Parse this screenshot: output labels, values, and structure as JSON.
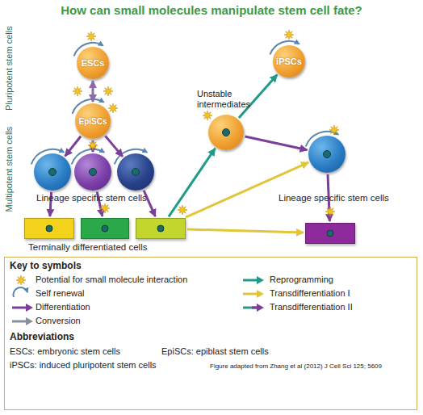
{
  "diagram": {
    "title": "How can small molecules manipulate stem cell fate?",
    "nodes": [
      {
        "text": [
          "ESCs"
        ]
      },
      {
        "text": [
          "iPSCs"
        ]
      },
      {
        "text": [
          "EpiSCs"
        ]
      },
      {
        "text": []
      },
      {
        "text": []
      },
      {
        "text": []
      },
      {
        "text": []
      },
      {
        "text": []
      },
      {
        "text": []
      },
      {
        "text": []
      },
      {
        "text": []
      },
      {
        "text": []
      }
    ],
    "edges": [
      {
        "from": 0,
        "to": 2,
        "arrow": "both"
      },
      {
        "from": 2,
        "to": 4,
        "arrow": "to"
      },
      {
        "from": 2,
        "to": 5,
        "arrow": "to"
      },
      {
        "from": 2,
        "to": 6,
        "arrow": "to"
      },
      {
        "from": 4,
        "to": 8,
        "arrow": "to"
      },
      {
        "from": 5,
        "to": 9,
        "arrow": "to"
      },
      {
        "from": 6,
        "to": 10,
        "arrow": "to"
      },
      {
        "from": 10,
        "to": 3,
        "arrow": "to"
      },
      {
        "from": 3,
        "to": 1,
        "arrow": "to"
      },
      {
        "from": 3,
        "to": 7,
        "arrow": "to"
      },
      {
        "from": 10,
        "to": 7,
        "arrow": "to"
      },
      {
        "from": 10,
        "to": 11,
        "arrow": "to"
      },
      {
        "from": 7,
        "to": 11,
        "arrow": "to"
      }
    ],
    "labels": [
      "Pluripotent stem cells",
      "Multipotent stem cells",
      "Unstable intermediates",
      "Lineage specific stem cells",
      "Lineage specific stem cells",
      "Terminally differentiated cells",
      "Key to symbols",
      "Abbreviations",
      "ESCs: embryonic stem cells",
      "EpiSCs: epiblast stem cells",
      "iPSCs: induced pluripotent stem cells",
      "Figure adapted from Zhang et al (2012) J Cell Sci 125; 5609"
    ],
    "legend": [
      {
        "text": "Potential for small molecule interaction"
      },
      {
        "text": "Self renewal"
      },
      {
        "text": "Differentiation"
      },
      {
        "text": "Conversion"
      },
      {
        "text": "Reprogramming"
      },
      {
        "text": "Transdifferentiation I"
      },
      {
        "text": "Transdifferentiation II"
      }
    ]
  }
}
